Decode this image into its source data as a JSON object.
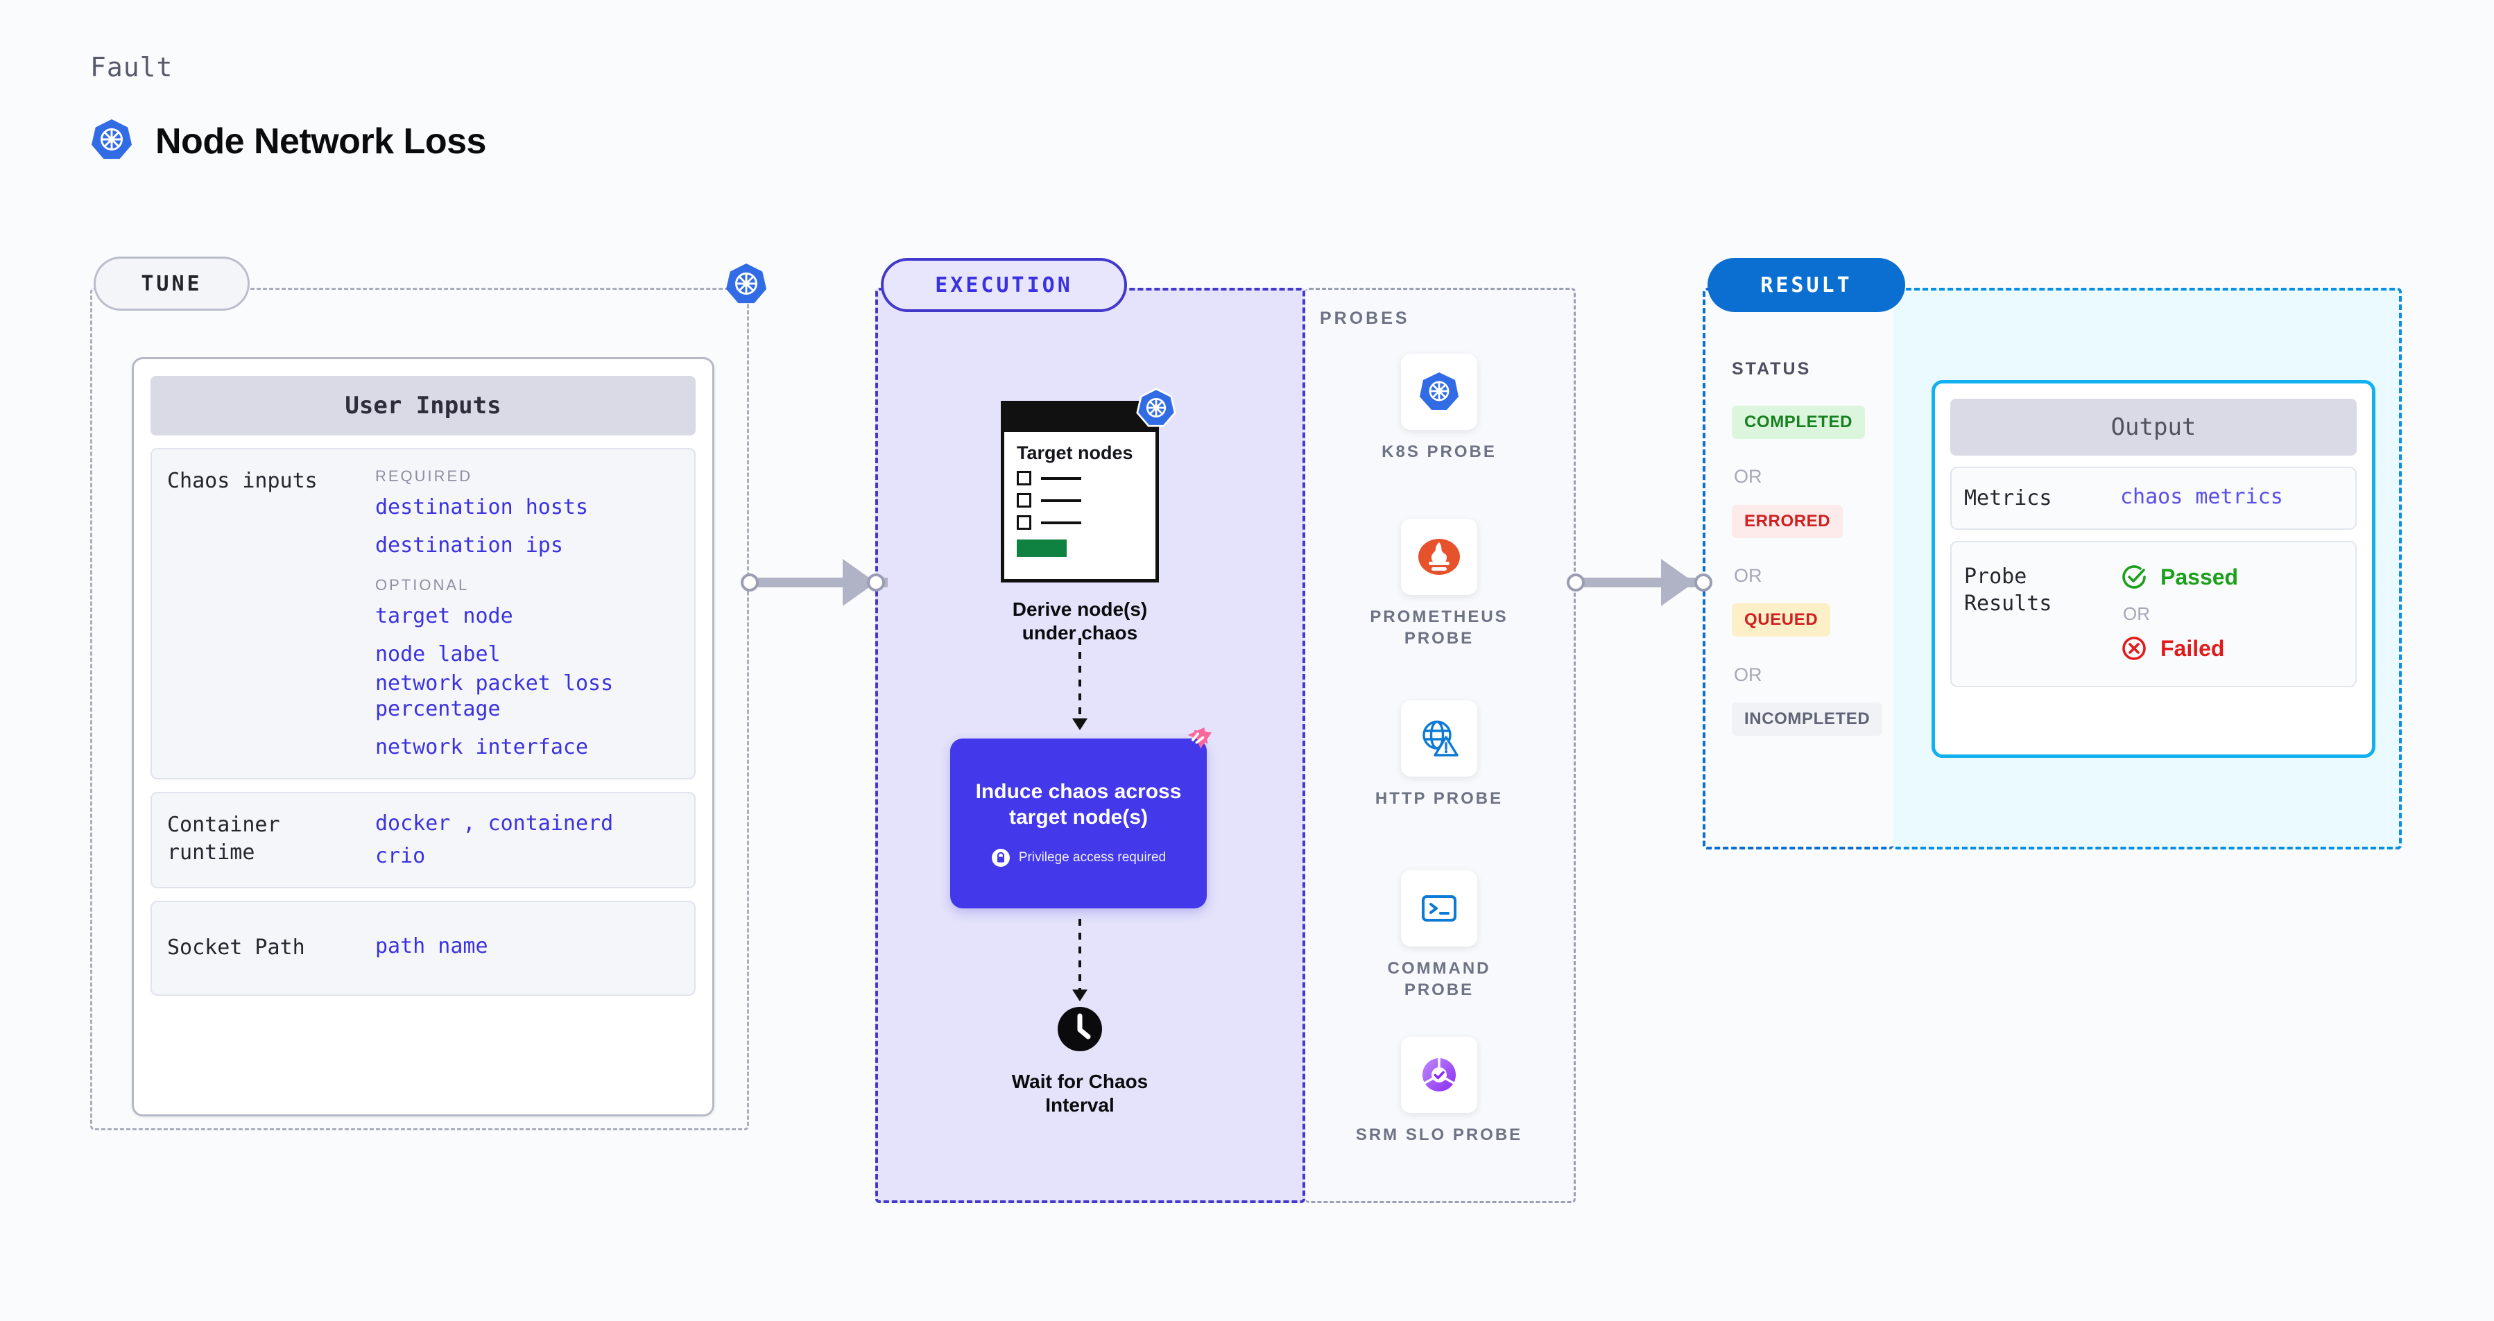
{
  "header": {
    "eyebrow": "Fault",
    "title": "Node Network Loss",
    "icon": "kubernetes-icon"
  },
  "tune": {
    "pill": "TUNE",
    "card_title": "User Inputs",
    "sections": [
      {
        "label": "Chaos inputs",
        "groups": [
          {
            "heading": "REQUIRED",
            "values": [
              "destination hosts",
              "destination ips"
            ]
          },
          {
            "heading": "OPTIONAL",
            "values": [
              "target node",
              "node label",
              "network packet loss percentage",
              "network interface"
            ]
          }
        ]
      },
      {
        "label": "Container runtime",
        "values": [
          "docker , containerd",
          "crio"
        ]
      },
      {
        "label": "Socket Path",
        "values": [
          "path name"
        ]
      }
    ]
  },
  "execution": {
    "pill": "EXECUTION",
    "target_card": {
      "title": "Target nodes",
      "icon": "kubernetes-icon",
      "rows": 3
    },
    "step1_caption": "Derive node(s) under chaos",
    "chaos_box": {
      "title": "Induce chaos across target node(s)",
      "note": "Privilege access required",
      "note_icon": "lock-icon",
      "color": "#4338ea"
    },
    "step3_caption": "Wait for Chaos Interval",
    "clock_icon": "clock-icon",
    "harness_logo": "harness-logo"
  },
  "probes": {
    "label": "PROBES",
    "items": [
      {
        "name": "K8S PROBE",
        "icon": "kubernetes-icon"
      },
      {
        "name": "PROMETHEUS PROBE",
        "icon": "prometheus-icon"
      },
      {
        "name": "HTTP PROBE",
        "icon": "globe-warning-icon"
      },
      {
        "name": "COMMAND PROBE",
        "icon": "terminal-icon"
      },
      {
        "name": "SRM SLO PROBE",
        "icon": "slo-donut-icon"
      }
    ]
  },
  "result": {
    "pill": "RESULT",
    "status_label": "STATUS",
    "or_text": "OR",
    "statuses": [
      {
        "text": "COMPLETED",
        "bg": "#dcf5dd",
        "fg": "#17801f"
      },
      {
        "text": "ERRORED",
        "bg": "#fdeaea",
        "fg": "#cf2020"
      },
      {
        "text": "QUEUED",
        "bg": "#fdefc8",
        "fg": "#cf2020"
      },
      {
        "text": "INCOMPLETED",
        "bg": "#f1f2f6",
        "fg": "#5f6476"
      }
    ]
  },
  "output": {
    "title": "Output",
    "metrics_label": "Metrics",
    "metrics_value": "chaos metrics",
    "probe_results_label": "Probe Results",
    "passed": {
      "text": "Passed",
      "color": "#1ba01b",
      "icon": "check-circle-icon"
    },
    "or_text": "OR",
    "failed": {
      "text": "Failed",
      "color": "#e01b1b",
      "icon": "x-circle-icon"
    }
  }
}
